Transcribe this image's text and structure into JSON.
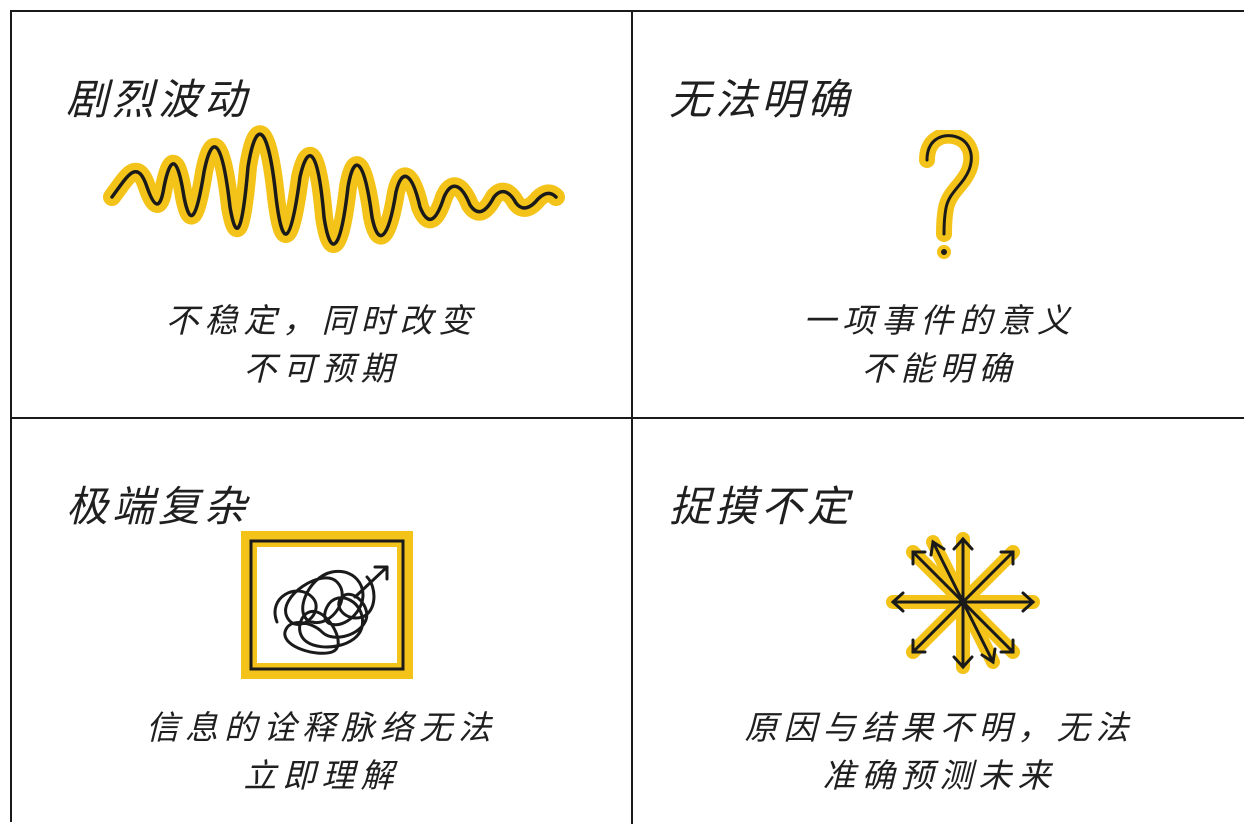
{
  "quadrants": [
    {
      "title": "剧烈波动",
      "icon": "wave-line-icon",
      "lines": [
        "不稳定，同时改变",
        "不可预期"
      ]
    },
    {
      "title": "无法明确",
      "icon": "question-mark-icon",
      "lines": [
        "一项事件的意义",
        "不能明确"
      ]
    },
    {
      "title": "极端复杂",
      "icon": "tangled-scribble-icon",
      "lines": [
        "信息的诠释脉络无法",
        "立即理解"
      ]
    },
    {
      "title": "捉摸不定",
      "icon": "multi-arrow-burst-icon",
      "lines": [
        "原因与结果不明，无法",
        "准确预测未来"
      ]
    }
  ],
  "colors": {
    "highlight": "#f3c319",
    "ink": "#1a1a1a",
    "background": "#ffffff"
  }
}
